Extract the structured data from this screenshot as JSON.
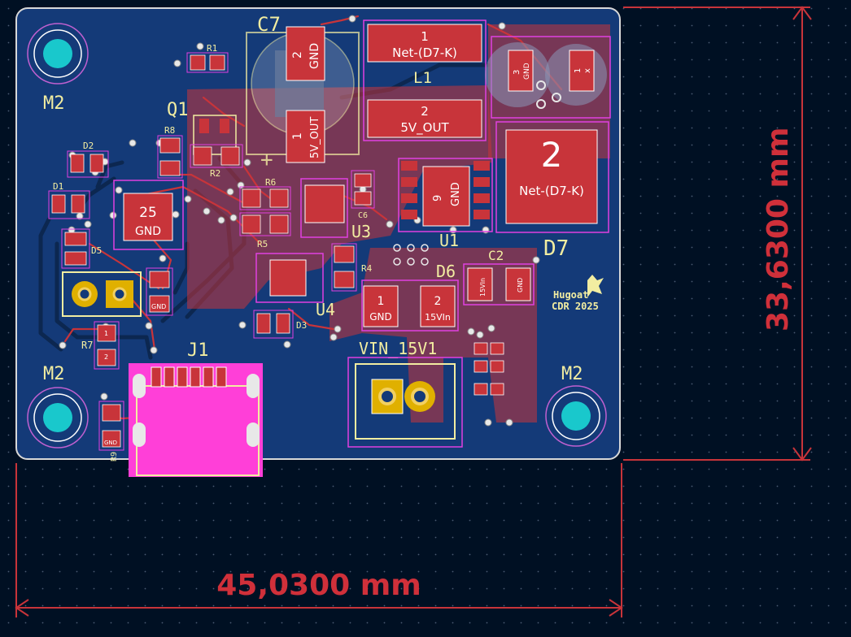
{
  "app": "PCB editor canvas",
  "colors": {
    "background": "#001023",
    "board_copper_back": "#143a78",
    "board_outline": "#d8d8d8",
    "copper_front": "#c8343a",
    "silkscreen": "#f2eda1",
    "courtyard": "#e040e0",
    "dimension": "#c8343a",
    "mounting_hole": "#19c8cc"
  },
  "dimensions": {
    "width_label": "45,0300 mm",
    "height_label": "33,6300 mm"
  },
  "refs": {
    "c7": "C7",
    "l1": "L1",
    "q1": "Q1",
    "r1": "R1",
    "r2": "R2",
    "r4": "R4",
    "r5": "R5",
    "r6": "R6",
    "r7": "R7",
    "r8": "R8",
    "d1": "D1",
    "d2": "D2",
    "d3": "D3",
    "d5": "D5",
    "d6": "D6",
    "d7": "D7",
    "u1": "U1",
    "u3": "U3",
    "u4": "U4",
    "c2": "C2",
    "c6": "C6",
    "j1": "J1",
    "vin": "VIN_15V1",
    "m2": "M2",
    "r9": "R9"
  },
  "pads": {
    "c7_p2_num": "2",
    "c7_p2_net": "GND",
    "c7_p1_num": "1",
    "c7_p1_net": "5V_OUT",
    "l1_p1_num": "1",
    "l1_p1_net": "Net-(D7-K)",
    "l1_p2_num": "2",
    "l1_p2_net": "5V_OUT",
    "d7_p2_num": "2",
    "d7_p2_net": "Net-(D7-K)",
    "conn_p3_num": "3",
    "conn_p3_net": "GND",
    "conn_p1_num": "1",
    "conn_p1_net": "x",
    "u1_num": "9",
    "u1_net": "GND",
    "ic_num": "25",
    "ic_net": "GND",
    "d6_p1_num": "1",
    "d6_p1_net": "GND",
    "d6_p2_num": "2",
    "d6_p2_net": "15VIn",
    "c2_p1_net": "15VIn",
    "c2_p2_net": "GND",
    "small_gnd": "GND",
    "small_one": "1",
    "small_two": "2"
  },
  "logo": {
    "line1": "Hugoat",
    "line2": "CDR 2025"
  }
}
